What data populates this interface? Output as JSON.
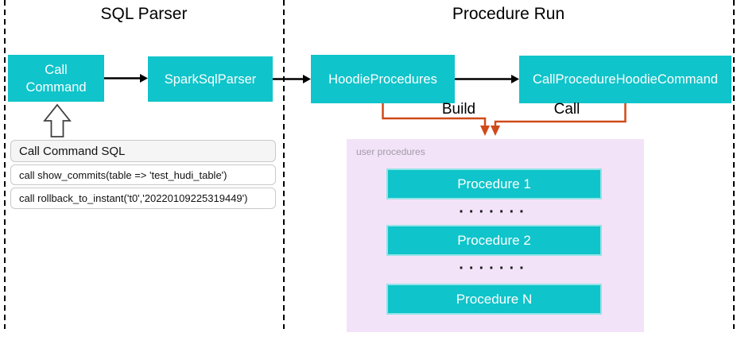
{
  "colors": {
    "teal": "#0fc4ca",
    "lavender": "#f3e3f8",
    "arrow_red": "#d04a19",
    "list_header_bg": "#f5f5f5",
    "list_border": "#c9c9c9",
    "muted_label": "#a29aa8"
  },
  "sections": {
    "sql_parser": {
      "title": "SQL Parser"
    },
    "procedure_run": {
      "title": "Procedure Run"
    }
  },
  "nodes": {
    "call_command": "Call Command",
    "spark_sql_parser": "SparkSqlParser",
    "hoodie_procedures": "HoodieProcedures",
    "call_procedure_hoodie_command": "CallProcedureHoodieCommand"
  },
  "edges": {
    "build_label": "Build",
    "call_label": "Call"
  },
  "sql_list": {
    "header": "Call Command SQL",
    "rows": [
      "call show_commits(table => 'test_hudi_table')",
      "call rollback_to_instant('t0','20220109225319449')"
    ]
  },
  "user_procedures": {
    "label": "user procedures",
    "items": [
      "Procedure 1",
      "Procedure 2",
      "Procedure N"
    ],
    "ellipsis": "·······"
  }
}
